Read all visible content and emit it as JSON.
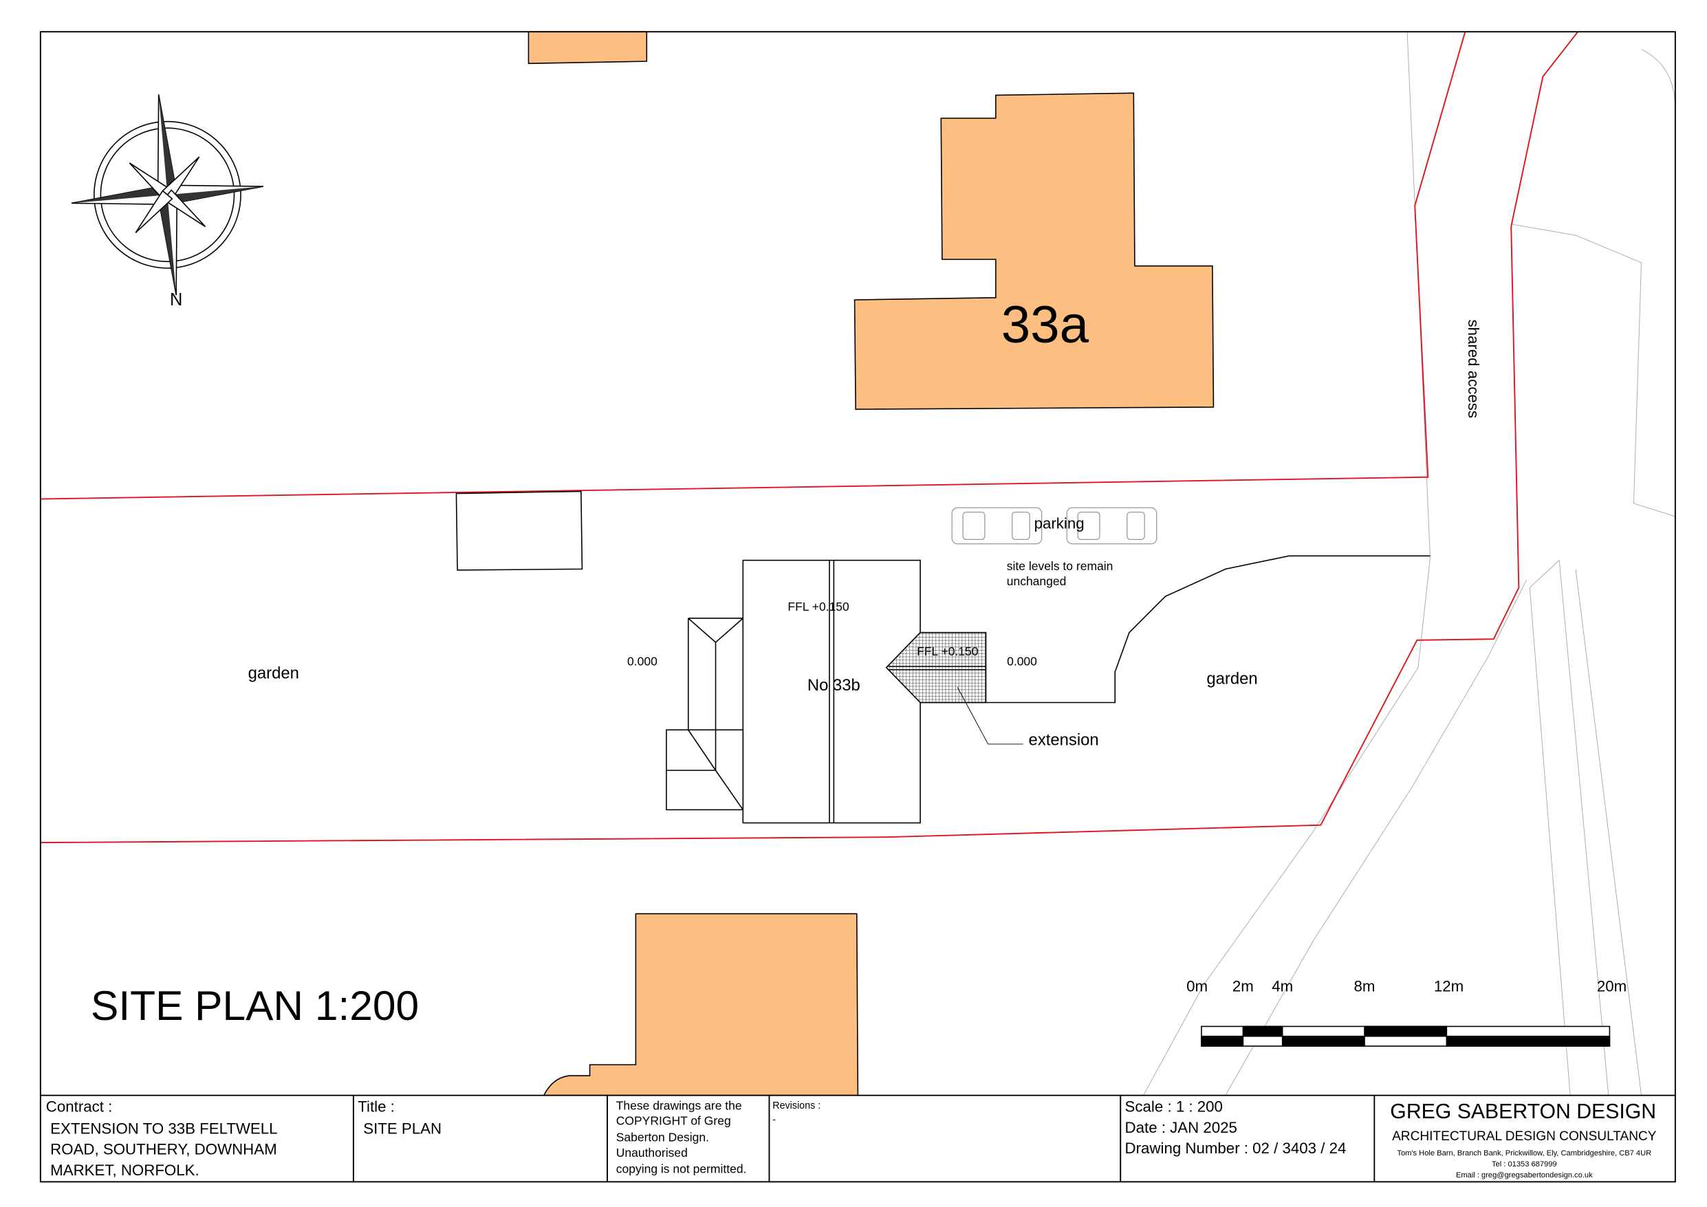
{
  "drawing_title": "SITE PLAN 1:200",
  "labels": {
    "neighbour_33a": "33a",
    "house_33b": "No 33b",
    "garden_left": "garden",
    "garden_right": "garden",
    "level_left": "0.000",
    "level_right": "0.000",
    "ffl_house": "FFL +0.150",
    "ffl_extension": "FFL +0.150",
    "extension": "extension",
    "parking": "parking",
    "site_levels_1": "site levels to remain",
    "site_levels_2": "unchanged",
    "shared_access": "shared access",
    "north": "N"
  },
  "scale_bar": {
    "ticks": [
      "0m",
      "2m",
      "4m",
      "8m",
      "12m",
      "20m"
    ]
  },
  "colors": {
    "building": "#FDBF81",
    "boundary": "#E0141E"
  },
  "title_block": {
    "contract_label": "Contract :",
    "contract_lines": [
      "EXTENSION TO 33B FELTWELL",
      "ROAD, SOUTHERY, DOWNHAM",
      "MARKET, NORFOLK."
    ],
    "title_label": "Title :",
    "title_value": "SITE PLAN",
    "copyright_lines": [
      "These drawings are the",
      "COPYRIGHT of Greg",
      "Saberton Design.",
      "Unauthorised",
      "copying is not permitted."
    ],
    "revisions_label": "Revisions :",
    "revisions_value": "-",
    "scale": "Scale : 1 : 200",
    "date": "Date : JAN 2025",
    "drawing_number": "Drawing Number : 02 / 3403 / 24",
    "company": "GREG SABERTON DESIGN",
    "tagline": "ARCHITECTURAL DESIGN CONSULTANCY",
    "address": "Tom's Hole Barn, Branch Bank, Prickwillow, Ely, Cambridgeshire, CB7 4UR",
    "tel": "Tel : 01353 687999",
    "email": "Email : greg@gregsabertondesign.co.uk"
  }
}
